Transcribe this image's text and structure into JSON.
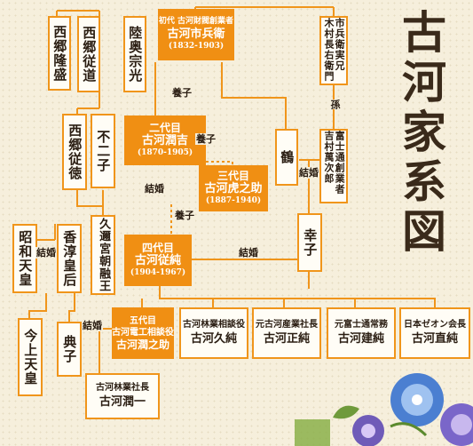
{
  "title": "古河家系図",
  "people": {
    "saigo_ryumori": "西郷隆盛",
    "saigo_judo": "西郷従道",
    "mutsu": "陸奥宗光",
    "ichibei": {
      "label": "初代 古河財閥創業者",
      "name": "古河市兵衛",
      "years": "(1832-1903)"
    },
    "kimura": "市兵衛実兄 木村長右衛門",
    "saigo_jutoku": "西郷従徳",
    "funiko": "不二子",
    "junkichi": {
      "label": "二代目",
      "name": "古河潤吉",
      "years": "(1870-1905)"
    },
    "toranosuke": {
      "label": "三代目",
      "name": "古河虎之助",
      "years": "(1887-1940)"
    },
    "tsuru": "鶴",
    "yoshimura": "富士通創業者 吉村萬次郎",
    "showa": "昭和天皇",
    "kojun": "香淳皇后",
    "kuninomiya": "久邇宮朝融王",
    "juujun": {
      "label": "四代目",
      "name": "古河従純",
      "years": "(1904-1967)"
    },
    "sachiko": "幸子",
    "emperor": "今上天皇",
    "noriko": "典子",
    "junnosuke": {
      "label1": "五代目",
      "label2": "古河電工相談役",
      "name": "古河潤之助"
    },
    "hisazumi": {
      "label": "古河林業相談役",
      "name": "古河久純"
    },
    "masazumi": {
      "label": "元古河産業社長",
      "name": "古河正純"
    },
    "takezumi": {
      "label": "元富士通常務",
      "name": "古河建純"
    },
    "naozumi": {
      "label": "日本ゼオン会長",
      "name": "古河直純"
    },
    "junichi": {
      "label": "古河林業社長",
      "name": "古河潤一"
    }
  },
  "relations": {
    "adopt": "養子",
    "marriage": "結婚",
    "grandson": "孫"
  },
  "colors": {
    "accent": "#f08f13",
    "line": "#f0951b"
  },
  "icons": [
    "morning-glory-icon"
  ]
}
